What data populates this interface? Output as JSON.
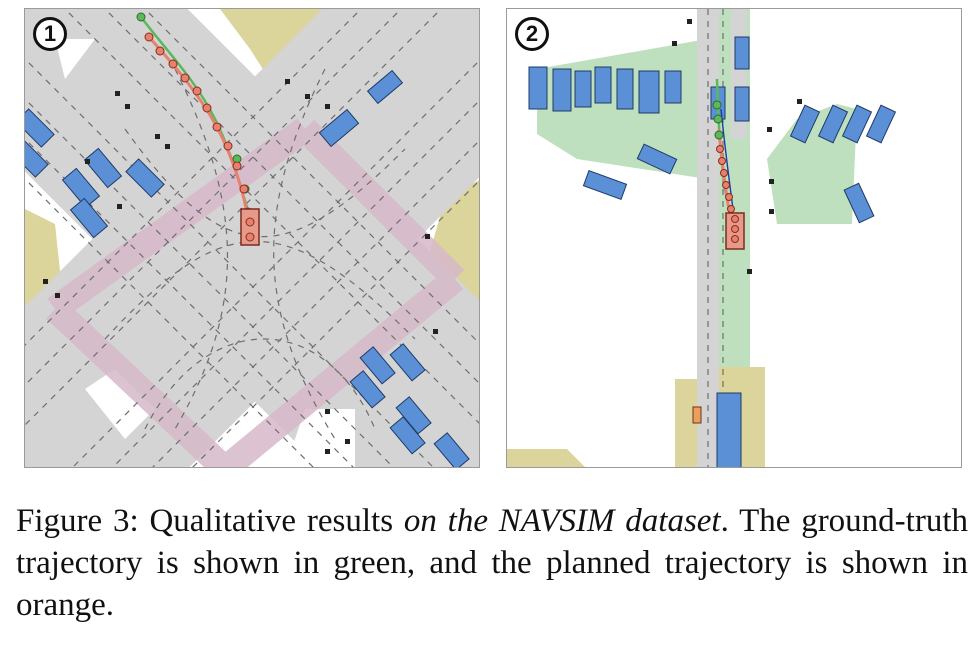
{
  "figure": {
    "panels": [
      {
        "badge": "1",
        "scene": "intersection"
      },
      {
        "badge": "2",
        "scene": "straight-road"
      }
    ],
    "caption": {
      "label": "Figure 3:",
      "text_before": "Qualitative results",
      "emphasis": "on the NAVSIM dataset",
      "text_after": ". The ground-truth trajectory is shown in green, and the planned trajectory is shown in orange."
    },
    "colors": {
      "road": "#d4d4d4",
      "lane_dash": "#6e6e6e",
      "crosswalk": "#d7b9c9",
      "sidewalk": "#dcd59b",
      "walkable": "#bfe0bf",
      "vehicle": "#5b8fd6",
      "vehicle_outline": "#1e3b66",
      "ego": "#e89a8a",
      "ground_truth": "#5cb85c",
      "planned": "#e8806e"
    }
  }
}
